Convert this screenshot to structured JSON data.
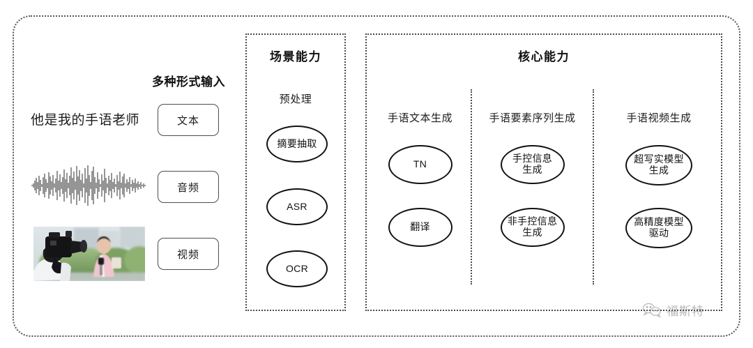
{
  "diagram": {
    "input_panel": {
      "title": "多种形式输入",
      "sample_text": "他是我的手语老师",
      "waveform_alt": "audio-waveform",
      "video_alt": "camera-operator-filming-reporter",
      "modalities": [
        {
          "label": "文本",
          "icon": "text-modality"
        },
        {
          "label": "音频",
          "icon": "audio-modality"
        },
        {
          "label": "视频",
          "icon": "video-modality"
        }
      ]
    },
    "scene_box": {
      "title": "场景能力",
      "sub_label": "预处理",
      "nodes": [
        "摘要抽取",
        "ASR",
        "OCR"
      ]
    },
    "core_box": {
      "title": "核心能力",
      "columns": [
        {
          "label": "手语文本生成",
          "nodes": [
            {
              "line1": "TN",
              "line2": ""
            },
            {
              "line1": "翻译",
              "line2": ""
            }
          ]
        },
        {
          "label": "手语要素序列生成",
          "nodes": [
            {
              "line1": "手控信息",
              "line2": "生成"
            },
            {
              "line1": "非手控信息",
              "line2": "生成"
            }
          ]
        },
        {
          "label": "手语视频生成",
          "nodes": [
            {
              "line1": "超写实模型",
              "line2": "生成"
            },
            {
              "line1": "高精度模型",
              "line2": "驱动"
            }
          ]
        }
      ]
    },
    "watermark": {
      "text": "福斯特",
      "icon": "wechat-bubbles-icon"
    },
    "colors": {
      "background": "#ffffff",
      "border": "#4a4a4a",
      "text": "#1a1a1a",
      "node_stroke": "#111111",
      "watermark": "#555555"
    }
  }
}
